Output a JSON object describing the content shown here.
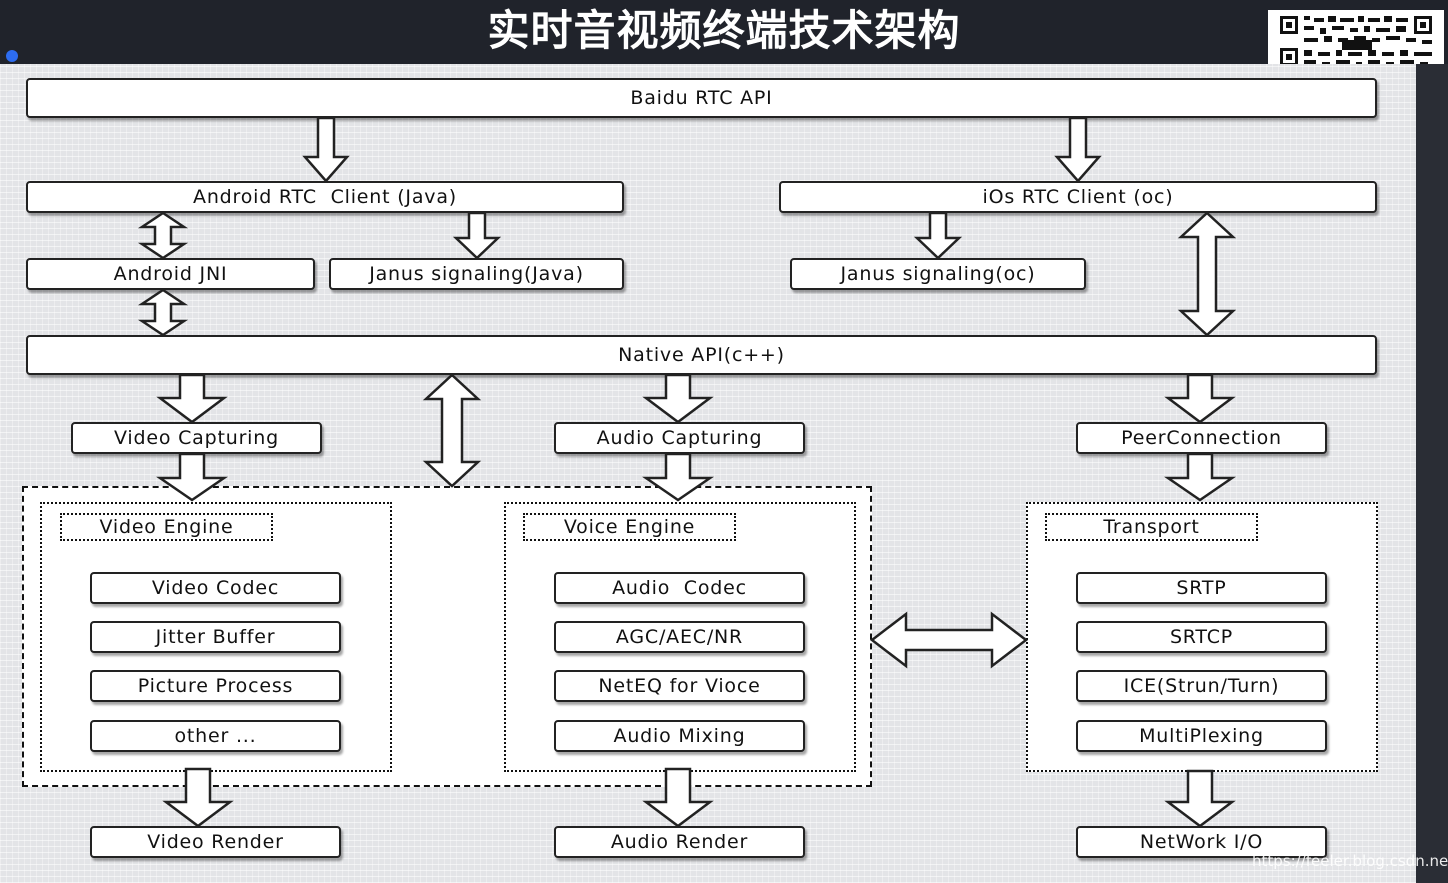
{
  "title": "实时音视频终端技术架构",
  "watermark": "https://feeler.blog.csdn.net",
  "boxes": {
    "baidu_rtc_api": "Baidu RTC API",
    "android_rtc_client": "Android RTC  Client (Java)",
    "ios_rtc_client": "iOs RTC Client (oc)",
    "android_jni": "Android JNI",
    "janus_java": "Janus signaling(Java)",
    "janus_oc": "Janus signaling(oc)",
    "native_api": "Native API(c++)",
    "video_capturing": "Video Capturing",
    "audio_capturing": "Audio Capturing",
    "peer_connection": "PeerConnection",
    "video_engine": "Video Engine",
    "voice_engine": "Voice Engine",
    "transport": "Transport",
    "video_render": "Video Render",
    "audio_render": "Audio Render",
    "network_io": "NetWork I/O"
  },
  "video_engine_items": [
    "Video Codec",
    "Jitter Buffer",
    "Picture Process",
    "other ..."
  ],
  "voice_engine_items": [
    "Audio  Codec",
    "AGC/AEC/NR",
    "NetEQ for Vioce",
    "Audio Mixing"
  ],
  "transport_items": [
    "SRTP",
    "SRTCP",
    "ICE(Strun/Turn)",
    "MultiPlexing"
  ]
}
